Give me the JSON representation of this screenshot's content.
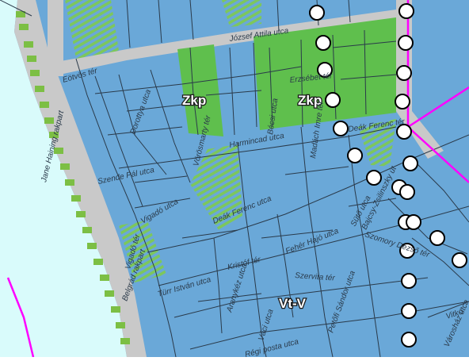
{
  "map": {
    "colors": {
      "river": "#d9fbfb",
      "built_area": "#6aa8d8",
      "park": "#5fbf4d",
      "park_stripes": "#7dc75c",
      "road": "#c9c9c9",
      "boundary": "#ff00ff",
      "embankment_blocks": "#7cbf44",
      "block_lines": "#2a3a4a"
    },
    "zone_labels": {
      "zkp_left": "Zkp",
      "zkp_right": "Zkp",
      "vtv": "Vt-V"
    },
    "streets": {
      "jozsef_attila": "József Attila utca",
      "eotvos": "Eötvös tér",
      "dorottya": "Dorottya utca",
      "erzsebet": "Erzsébet tér",
      "becsi": "Bécsi utca",
      "madach": "Madách Imre tér",
      "deak_ferenc_ter": "Deák Ferenc tér",
      "harmincad": "Harmincad utca",
      "vorosmarty": "Vörösmarty tér",
      "szende_pal": "Szende Pál utca",
      "jane_haining": "Jane Haining rakpart",
      "vigado_utca": "Vigadó utca",
      "vigado_ter": "Vigadó tér",
      "deak_ferenc_utca": "Deák Ferenc utca",
      "sutő": "Sütő utca",
      "bajcsy": "Bajcsy-Zsilinszky út",
      "semmelweis_place": "Szomory Dezső tér",
      "fehér_hajó": "Fehér Hajó utca",
      "kristof": "Kristóf tér",
      "turr": "Türr István utca",
      "aranykez": "Aranykéz utca",
      "szervita": "Szervita tér",
      "petofi_sandor": "Petőfi Sándor utca",
      "belgrad": "Belgrád rakpart",
      "vaci": "Váci utca",
      "regi_posta": "Régi posta utca",
      "varoshaz": "Városház utca",
      "viki": "Vitkó"
    }
  }
}
